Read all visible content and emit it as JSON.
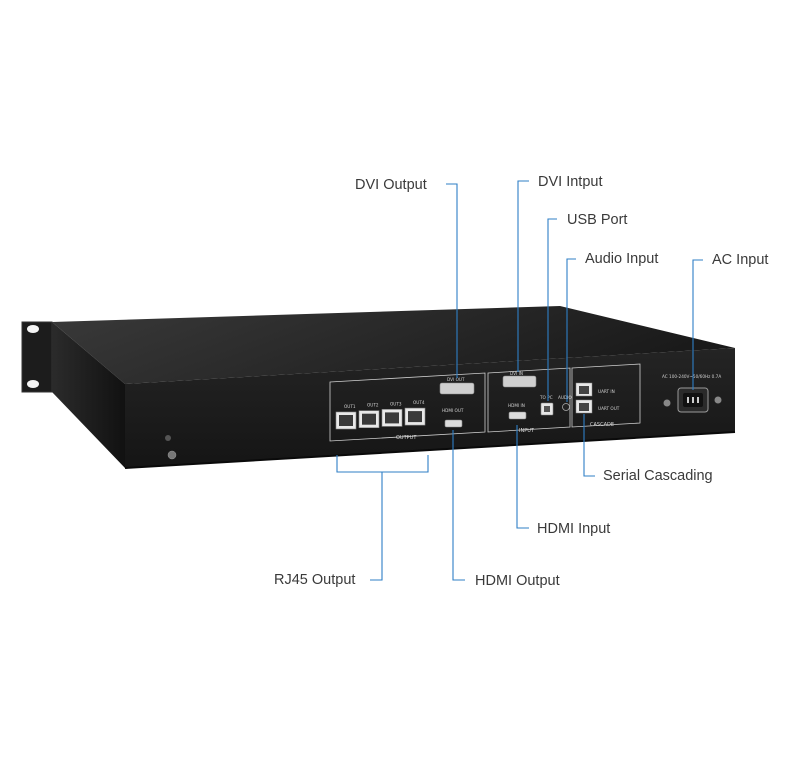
{
  "callouts": {
    "dvi_output": "DVI Output",
    "dvi_input": "DVI Intput",
    "usb_port": "USB Port",
    "audio_input": "Audio Input",
    "ac_input": "AC Input",
    "serial_cascading": "Serial Cascading",
    "hdmi_input": "HDMI Input",
    "rj45_output": "RJ45 Output",
    "hdmi_output": "HDMI Output"
  },
  "panel": {
    "output_ports": [
      "OUT1",
      "OUT2",
      "OUT3",
      "OUT4"
    ],
    "output_group": "OUTPUT",
    "dvi_out": "DVI OUT",
    "hdmi_out": "HDMI OUT",
    "dvi_in": "DVI IN",
    "hdmi_in": "HDMI IN",
    "to_pc": "TO PC",
    "audio": "AUDIO",
    "input_group": "INPUT",
    "uart_in": "UART IN",
    "uart_out": "UART OUT",
    "cascade_group": "CASCADE",
    "power_rating": "AC 100-240V~50/60Hz 0.7A"
  },
  "colors": {
    "leader": "#2f7fc6",
    "chassis": "#1e1e1e",
    "panel_outline": "#d0d0d0"
  }
}
